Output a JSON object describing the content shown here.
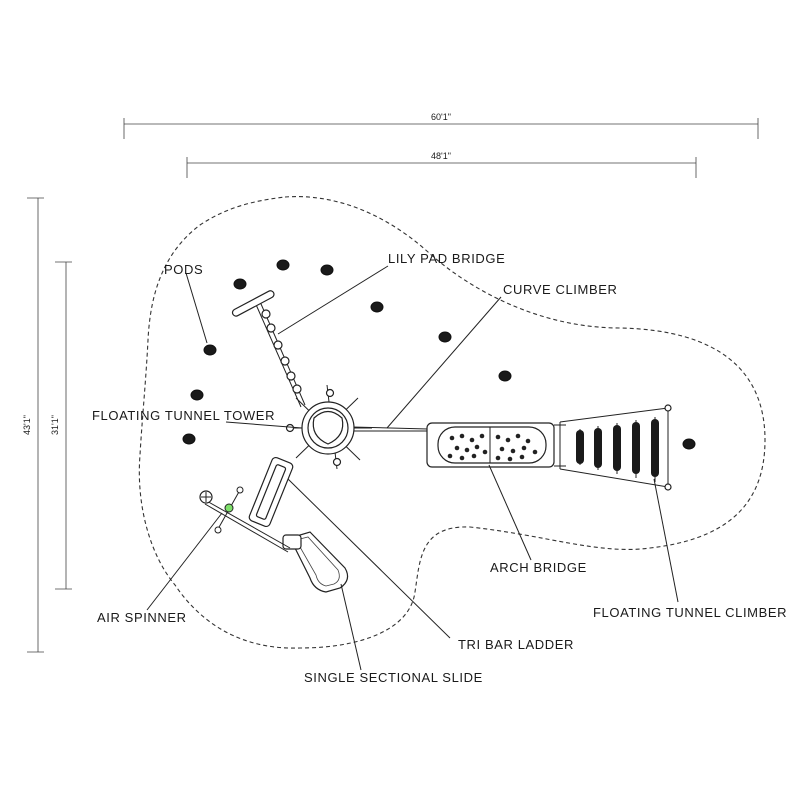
{
  "dimensions": {
    "overall_width": "60'1\"",
    "inner_width": "48'1\"",
    "overall_depth": "43'1\"",
    "inner_depth": "31'1\""
  },
  "labels": {
    "pods": "PODS",
    "lily_pad_bridge": "LILY PAD BRIDGE",
    "curve_climber": "CURVE CLIMBER",
    "floating_tunnel_tower": "FLOATING TUNNEL TOWER",
    "arch_bridge": "ARCH BRIDGE",
    "floating_tunnel_climber": "FLOATING TUNNEL CLIMBER",
    "air_spinner": "AIR SPINNER",
    "tri_bar_ladder": "TRI BAR LADDER",
    "single_sectional_slide": "SINGLE SECTIONAL SLIDE"
  },
  "colors": {
    "line": "#222222",
    "air_spinner_accent": "#7ee06a"
  }
}
